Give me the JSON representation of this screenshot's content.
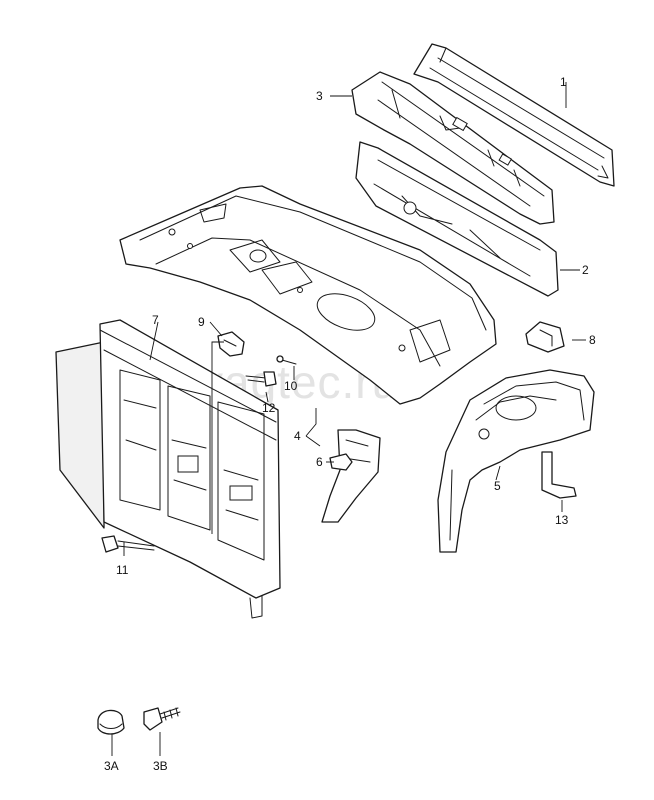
{
  "watermark": "vagtec.ru",
  "callouts": {
    "c1": "1",
    "c2": "2",
    "c3": "3",
    "c4": "4",
    "c5": "5",
    "c6": "6",
    "c7": "7",
    "c8": "8",
    "c9": "9",
    "c10": "10",
    "c11": "11",
    "c12": "12",
    "c13": "13",
    "c3a": "3A",
    "c3b": "3B"
  }
}
